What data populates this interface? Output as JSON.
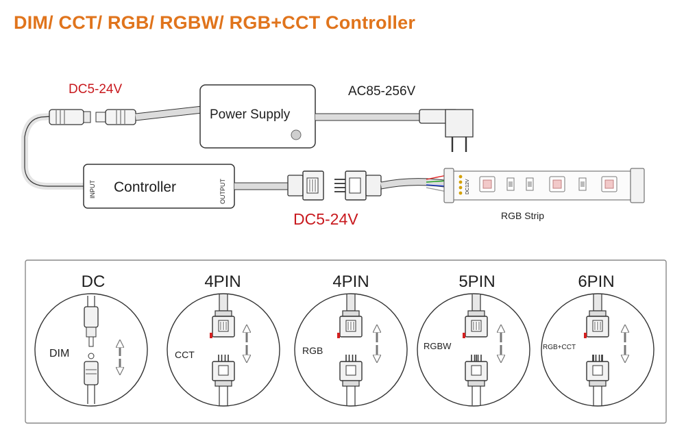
{
  "title": "DIM/ CCT/ RGB/ RGBW/ RGB+CCT Controller",
  "top_diagram": {
    "input_voltage_label": "DC5-24V",
    "ac_label": "AC85-256V",
    "power_supply_label": "Power Supply",
    "controller_label": "Controller",
    "controller_input_label": "INPUT",
    "controller_output_label": "OUTPUT",
    "output_voltage_label": "DC5-24V",
    "strip_label": "RGB Strip",
    "strip_print": "DC12V"
  },
  "connectors": [
    {
      "header": "DC",
      "type_label": "DIM"
    },
    {
      "header": "4PIN",
      "type_label": "CCT"
    },
    {
      "header": "4PIN",
      "type_label": "RGB"
    },
    {
      "header": "5PIN",
      "type_label": "RGBW"
    },
    {
      "header": "6PIN",
      "type_label": "RGB+CCT"
    }
  ],
  "colors": {
    "title": "#e0741c",
    "voltage_label": "#c8191e",
    "line": "#333333",
    "cable": "#d6d6d6",
    "pin_marker": "#d42020",
    "wire_colors": [
      "#ffffff",
      "#e02020",
      "#20a020",
      "#2040d0"
    ]
  }
}
